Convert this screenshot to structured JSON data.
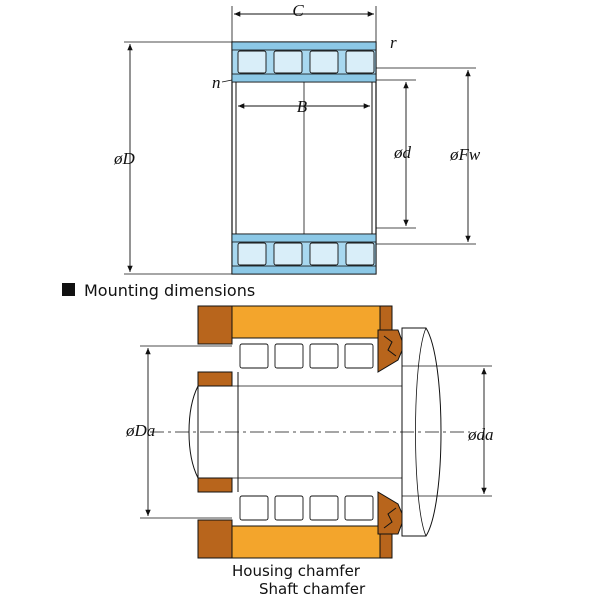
{
  "top_diagram": {
    "labels": {
      "C": "C",
      "r": "r",
      "n": "n",
      "B": "B",
      "D": "øD",
      "d": "ød",
      "Fw": "øFw"
    }
  },
  "section_heading": "Mounting dimensions",
  "mounting_diagram": {
    "labels": {
      "Da": "øDa",
      "da": "øda"
    },
    "captions": {
      "housing": "Housing chamfer",
      "shaft": "Shaft chamfer"
    }
  },
  "colors": {
    "bearing_blue": "#a8d8f0",
    "housing_brown": "#b8651c",
    "ring_orange": "#f3a52c",
    "line": "#111111"
  }
}
